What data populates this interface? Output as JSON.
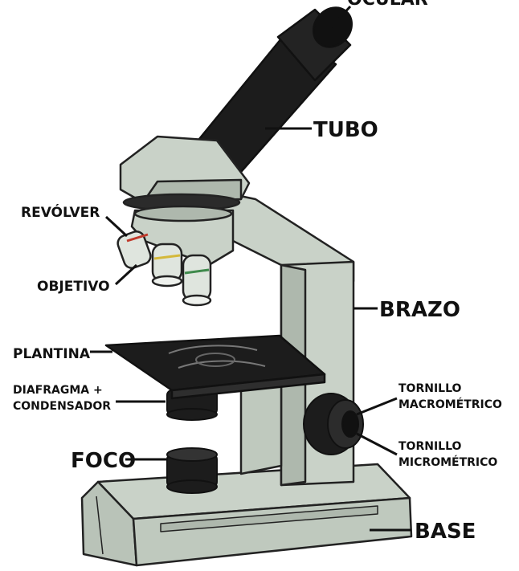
{
  "labels": {
    "top_cut": "OCULAR",
    "tubo": "TUBO",
    "revolver": "REVÓLVER",
    "objetivo": "OBJETIVO",
    "brazo": "BRAZO",
    "plantina": "PLANTINA",
    "diafragma_line1": "DIAFRAGMA +",
    "diafragma_line2": "CONDENSADOR",
    "tornillo_macro_line1": "TORNILLO",
    "tornillo_macro_line2": "MACROMÉTRICO",
    "tornillo_micro_line1": "TORNILLO",
    "tornillo_micro_line2": "MICROMÉTRICO",
    "foco": "FOCO",
    "base": "BASE"
  },
  "colors": {
    "body": "#c9d2c8",
    "body_shade": "#aeb8ad",
    "dark": "#1c1c1c",
    "outline": "#222222",
    "lens_red": "#c0392b",
    "lens_yellow": "#d4b83a",
    "lens_green": "#3f8a4c"
  }
}
